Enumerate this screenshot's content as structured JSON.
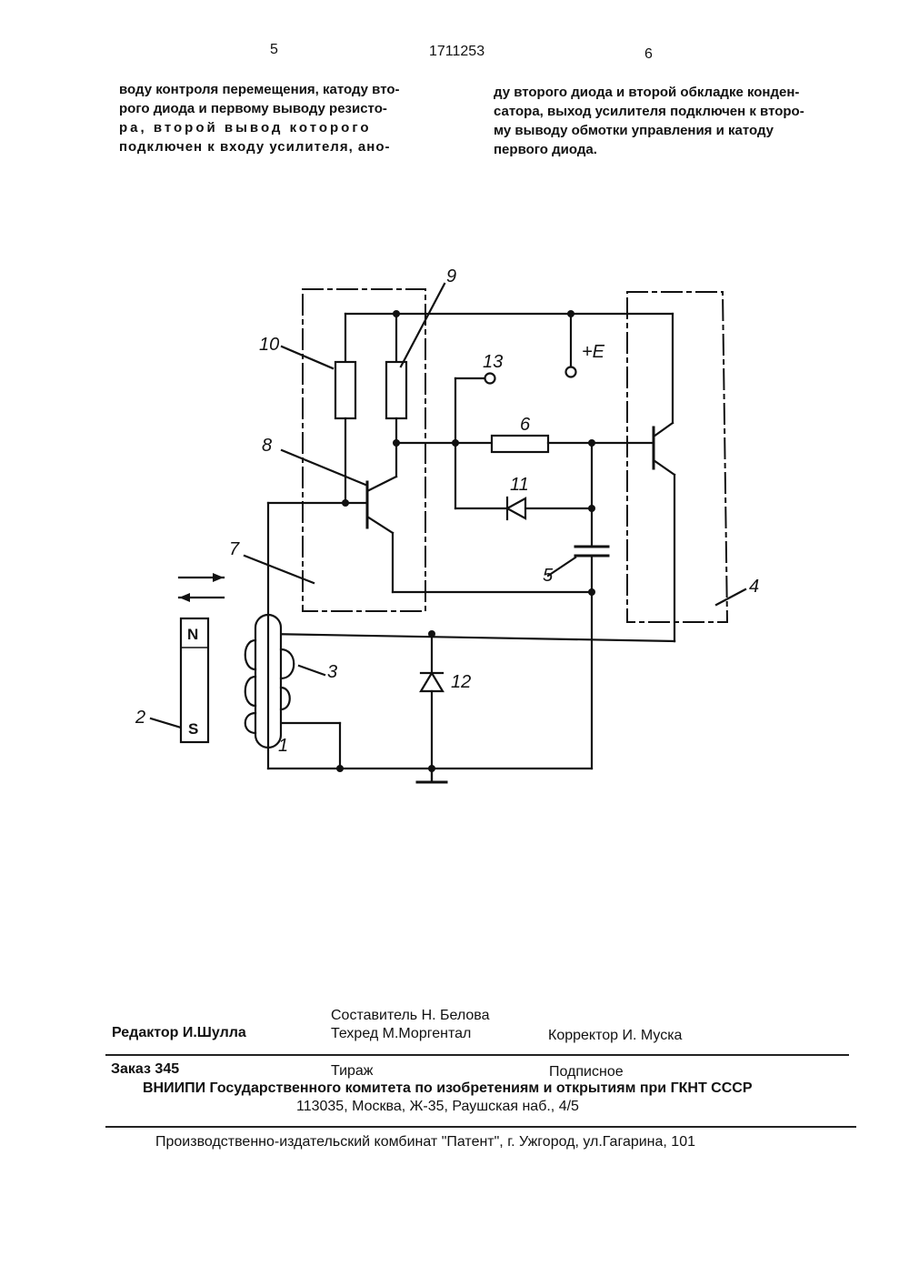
{
  "header": {
    "page_left": "5",
    "patent_number": "1711253",
    "page_right": "6"
  },
  "text": {
    "left_lines": [
      "воду контроля перемещения, катоду вто-",
      "рого диода и первому выводу резисто-",
      "ра, второй вывод которого",
      "подключен к входу усилителя, ано-"
    ],
    "right_lines": [
      "ду второго диода и второй обкладке конден-",
      "сатора, выход усилителя подключен к второ-",
      "му выводу обмотки управления и катоду",
      "первого диода."
    ]
  },
  "diagram": {
    "labels": {
      "l1": "1",
      "l2": "2",
      "l3": "3",
      "l4": "4",
      "l5": "5",
      "l6": "6",
      "l7": "7",
      "l8": "8",
      "l9": "9",
      "l10": "10",
      "l11": "11",
      "l12": "12",
      "l13": "13",
      "supply": "+E",
      "magnet_n": "N",
      "magnet_s": "S"
    }
  },
  "footer": {
    "compiler": "Составитель Н. Белова",
    "editor": "Редактор И.Шулла",
    "techred": "Техред М.Моргентал",
    "corrector": "Корректор И. Муска",
    "order": "Заказ 345",
    "circulation": "Тираж",
    "subscription": "Подписное",
    "org_line1": "ВНИИПИ Государственного комитета по изобретениям и открытиям при ГКНТ СССР",
    "org_line2": "113035, Москва, Ж-35, Раушская наб., 4/5",
    "publisher": "Производственно-издательский комбинат \"Патент\", г. Ужгород, ул.Гагарина, 101"
  }
}
